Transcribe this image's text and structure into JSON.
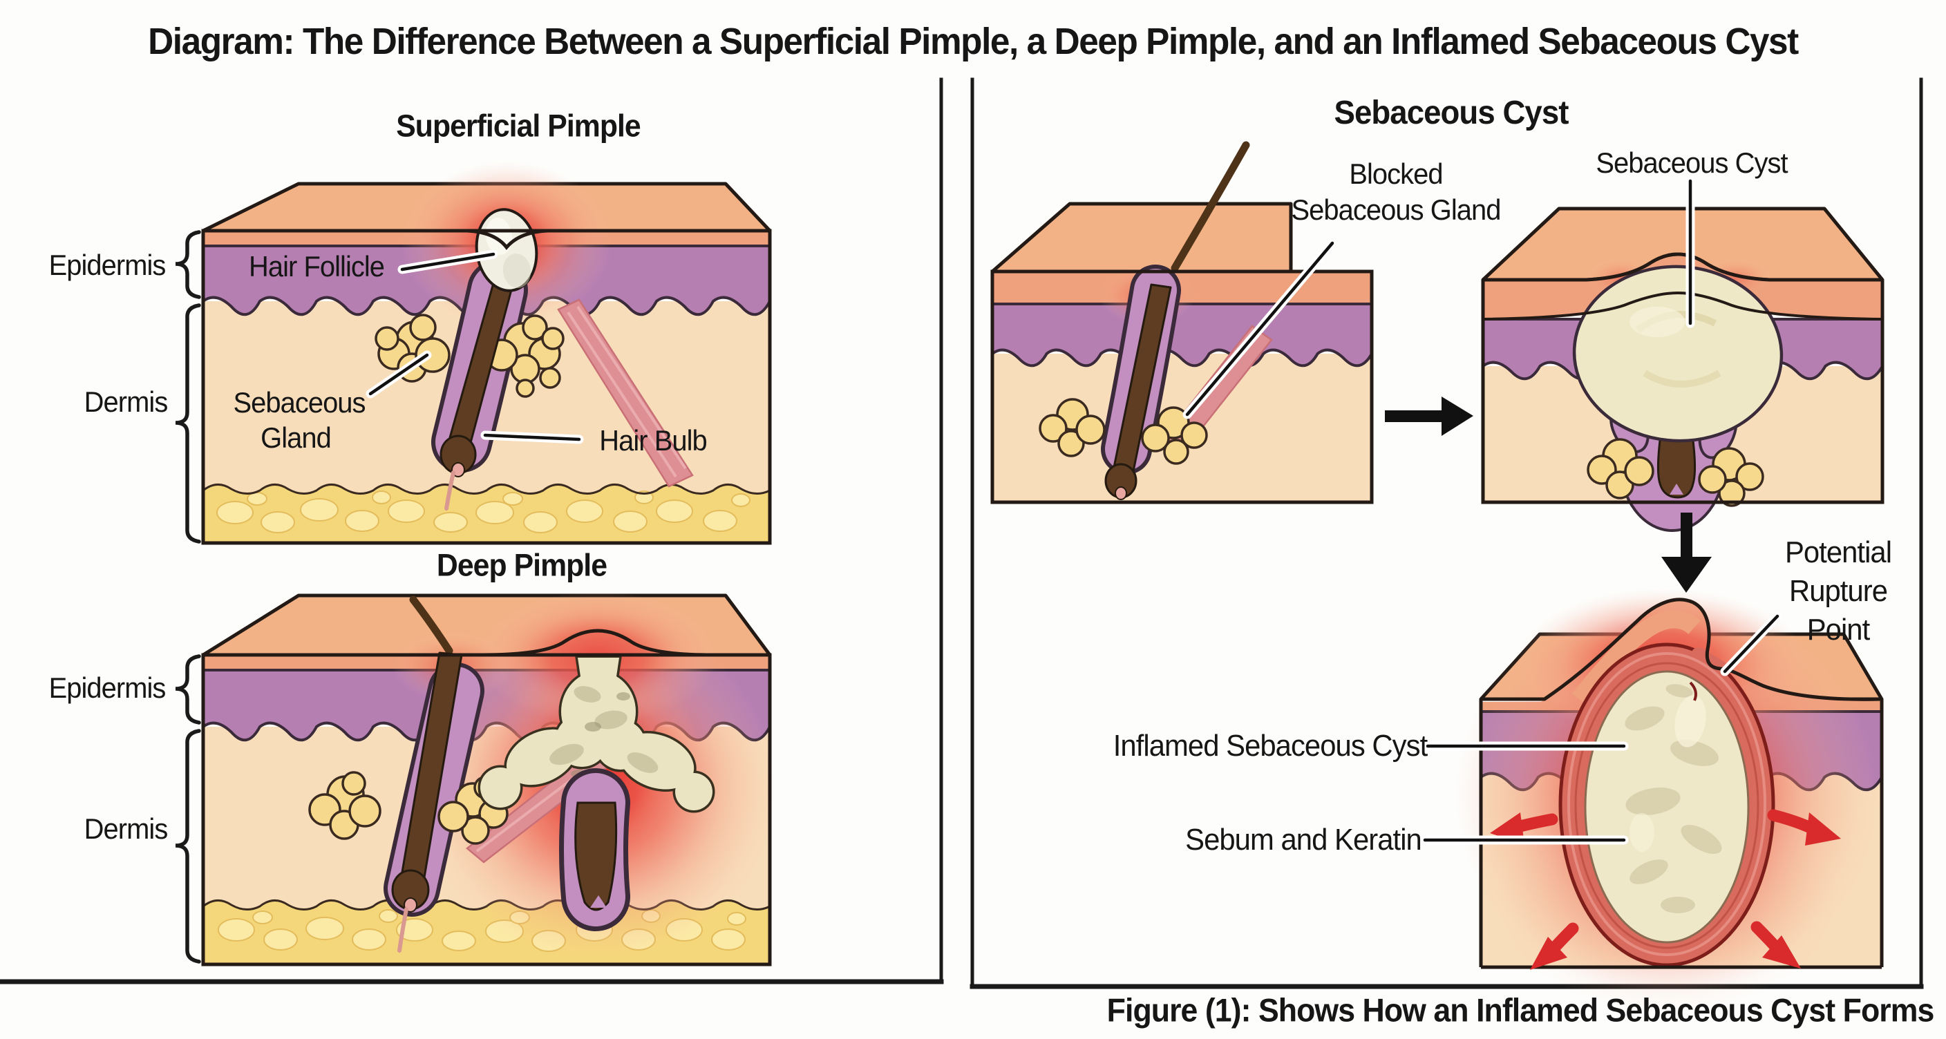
{
  "title": "Diagram: The Difference Between a Superficial Pimple, a Deep Pimple, and an Inflamed Sebaceous Cyst",
  "left_panel": {
    "superficial": {
      "title": "Superficial Pimple",
      "epidermis_label": "Epidermis",
      "dermis_label": "Dermis",
      "hair_follicle_label": "Hair Follicle",
      "sebaceous_gland_line1": "Sebaceous",
      "sebaceous_gland_line2": "Gland",
      "hair_bulb_label": "Hair Bulb"
    },
    "deep": {
      "title": "Deep Pimple",
      "epidermis_label": "Epidermis",
      "dermis_label": "Dermis"
    }
  },
  "right_panel": {
    "header": "Sebaceous Cyst",
    "blocked_gland_line1": "Blocked",
    "blocked_gland_line2": "Sebaceous Gland",
    "cyst_label": "Sebaceous Cyst",
    "rupture_line1": "Potential",
    "rupture_line2": "Rupture",
    "rupture_line3": "Point",
    "inflamed_cyst_label": "Inflamed Sebaceous Cyst",
    "sebum_keratin_label": "Sebum and Keratin"
  },
  "caption": "Figure (1): Shows How an Inflamed Sebaceous Cyst Forms",
  "colors": {
    "skin_top_face": "#F3B286",
    "skin_surface_band": "#EFA17D",
    "epidermis_purple": "#B57FB2",
    "follicle_wall_purple": "#C28FC0",
    "dermis_peach": "#F8DDBA",
    "fat_yellow": "#F5D77B",
    "fat_blob_yellow": "#FBE9A6",
    "gland_yellow": "#F7D98E",
    "hair_brown": "#5E3D22",
    "inflammation_red": "#E8312E",
    "pus_cream": "#EBE4C2",
    "cyst_cream": "#EFE8C8",
    "cyst_rim_red": "#D96B5E",
    "arrow_red": "#D92B2B",
    "ink": "#1A1A1A"
  }
}
